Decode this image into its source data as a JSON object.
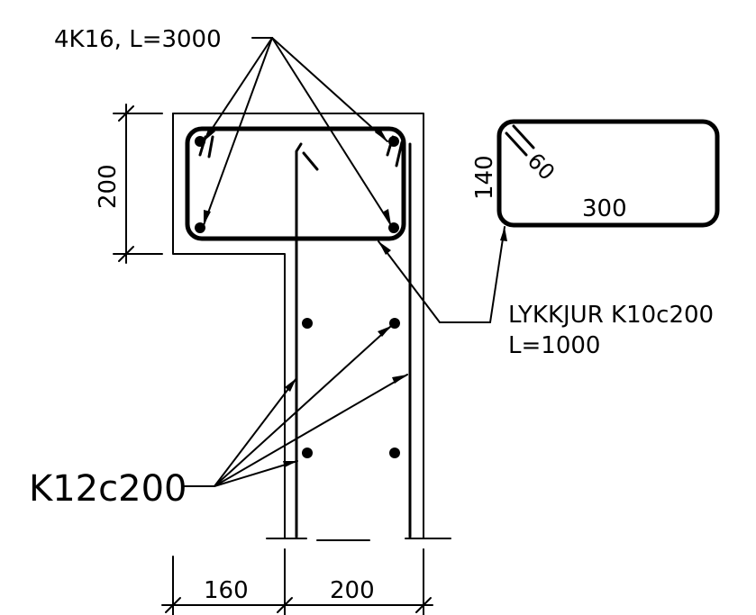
{
  "labels": {
    "top_bars": "4K16, L=3000",
    "stirrup_line1": "LYKKJUR K10c200",
    "stirrup_line2": "L=1000",
    "wall_bars": "K12c200",
    "dim_flange_height": "200",
    "dim_bend_height": "140",
    "dim_bend_hook": "60",
    "dim_bend_width": "300",
    "dim_left_width": "160",
    "dim_wall_width": "200"
  }
}
